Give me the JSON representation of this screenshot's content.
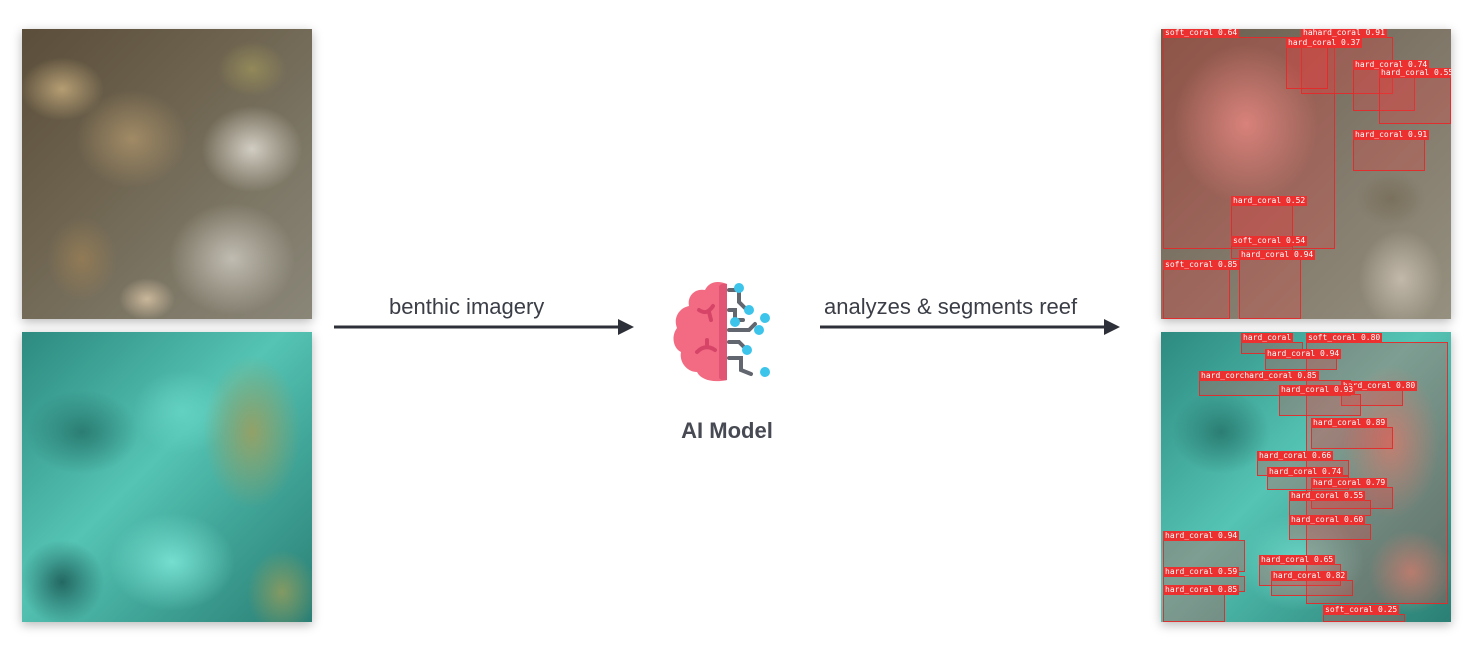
{
  "input": {
    "image_top_desc": "soft-coral",
    "image_bottom_desc": "turquoise-reef"
  },
  "arrows": {
    "left_label": "benthic imagery",
    "right_label": "analyzes & segments reef"
  },
  "model": {
    "icon": "brain-circuit-icon",
    "title": "AI Model"
  },
  "colors": {
    "arrow": "#2e3039",
    "text": "#3b3e47",
    "brain_pink": "#f26b82",
    "circuit_blue": "#3cc4ea",
    "circuit_gray": "#62666f",
    "detection_red": "#ec2f2f"
  },
  "output": {
    "top_detections": [
      {
        "label": "soft_coral 0.64"
      },
      {
        "label": "hahard_coral 0.91"
      },
      {
        "label": "hard_coral 0.37"
      },
      {
        "label": "hard_coral 0.74"
      },
      {
        "label": "hard_coral 0.55"
      },
      {
        "label": "hard_coral 0.91"
      },
      {
        "label": "hard_coral 0.52"
      },
      {
        "label": "soft_coral 0.54"
      },
      {
        "label": "hard_coral 0.94"
      },
      {
        "label": "soft_coral 0.85"
      }
    ],
    "bottom_detections": [
      {
        "label": "hard_coral"
      },
      {
        "label": "soft_coral 0.80"
      },
      {
        "label": "hard_coral 0.94"
      },
      {
        "label": "hard_corchard_coral 0.85"
      },
      {
        "label": "hard_coral 0.80"
      },
      {
        "label": "hard_coral 0.93"
      },
      {
        "label": "hard_coral 0.89"
      },
      {
        "label": "hard_coral 0.66"
      },
      {
        "label": "hard_coral 0.74"
      },
      {
        "label": "hard_coral 0.79"
      },
      {
        "label": "hard_coral 0.55"
      },
      {
        "label": "hard_coral 0.60"
      },
      {
        "label": "hard_coral 0.94"
      },
      {
        "label": "hard_coral 0.65"
      },
      {
        "label": "hard_coral 0.59"
      },
      {
        "label": "hard_coral 0.82"
      },
      {
        "label": "hard_coral 0.85"
      },
      {
        "label": "soft_coral 0.25"
      }
    ]
  }
}
